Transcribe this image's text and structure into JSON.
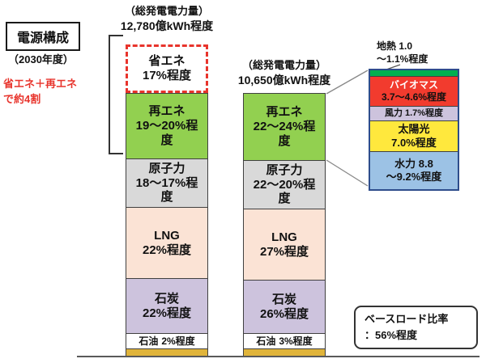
{
  "colors": {
    "accent_red": "#e8342c",
    "segment_border": "#404040",
    "breakdown_border": "#2e4d8c",
    "baseline_gray": "#595959",
    "renewable_green": "#92d050",
    "nuclear_gray": "#d9d9d9",
    "lng_peach": "#fbe3d5",
    "coal_lavender": "#cdc3dd",
    "oil_gold": "#e0b43a",
    "geothermal_green": "#00b050",
    "biomass_red": "#f23b2e",
    "wind_lavender": "#cdc3dd",
    "solar_yellow": "#ffe83d",
    "hydro_blue": "#9cc2e5"
  },
  "header": {
    "title": "電源構成",
    "subtitle": "（2030年度）",
    "annotation_line1": "省エネ＋再エネ",
    "annotation_line2": "で約4割"
  },
  "baseload_box": {
    "line1": "ベースロード比率",
    "line2": "：56%程度"
  },
  "chart_data": {
    "type": "bar",
    "title": "電源構成（2030年度）",
    "bars": [
      {
        "header_line1": "（総発電電力量）",
        "header_line2": "12,780億kWh程度",
        "segments": [
          {
            "label": "省エネ",
            "value_label": "17%程度",
            "value": 17,
            "color": "#ffffff",
            "border": "dashed-red"
          },
          {
            "label": "再エネ",
            "value_label": "19～20%程度",
            "value_range": [
              19,
              20
            ],
            "color": "#92d050"
          },
          {
            "label": "原子力",
            "value_label": "18～17%程度",
            "value_range": [
              17,
              18
            ],
            "color": "#d9d9d9"
          },
          {
            "label": "LNG",
            "value_label": "22%程度",
            "value": 22,
            "color": "#fbe3d5"
          },
          {
            "label": "石炭",
            "value_label": "22%程度",
            "value": 22,
            "color": "#cdc3dd"
          },
          {
            "label": "石油",
            "value_label": "2%程度",
            "value": 2,
            "color": "#e0b43a"
          }
        ]
      },
      {
        "header_line1": "（総発電電力量）",
        "header_line2": "10,650億kWh程度",
        "segments": [
          {
            "label": "再エネ",
            "value_label": "22～24%程度",
            "value_range": [
              22,
              24
            ],
            "color": "#92d050"
          },
          {
            "label": "原子力",
            "value_label": "22～20%程度",
            "value_range": [
              20,
              22
            ],
            "color": "#d9d9d9"
          },
          {
            "label": "LNG",
            "value_label": "27%程度",
            "value": 27,
            "color": "#fbe3d5"
          },
          {
            "label": "石炭",
            "value_label": "26%程度",
            "value": 26,
            "color": "#cdc3dd"
          },
          {
            "label": "石油",
            "value_label": "3%程度",
            "value": 3,
            "color": "#e0b43a"
          }
        ]
      }
    ],
    "renewable_breakdown": {
      "geothermal_label_line1": "地熱 1.0",
      "geothermal_label_line2": "～1.1%程度",
      "hydro_line1": "水力 8.8",
      "hydro_line2": "～9.2%程度",
      "segments": [
        {
          "label": "地熱",
          "value_label": "1.0～1.1%程度",
          "value_range": [
            1.0,
            1.1
          ],
          "color": "#00b050"
        },
        {
          "label": "バイオマス",
          "value_label": "3.7～4.6%程度",
          "value_range": [
            3.7,
            4.6
          ],
          "color": "#f23b2e"
        },
        {
          "label": "風力",
          "value_label": "1.7%程度",
          "value": 1.7,
          "color": "#cdc3dd"
        },
        {
          "label": "太陽光",
          "value_label": "7.0%程度",
          "value": 7.0,
          "color": "#ffe83d"
        },
        {
          "label": "水力",
          "value_label": "8.8～9.2%程度",
          "value_range": [
            8.8,
            9.2
          ],
          "color": "#9cc2e5"
        }
      ]
    }
  }
}
